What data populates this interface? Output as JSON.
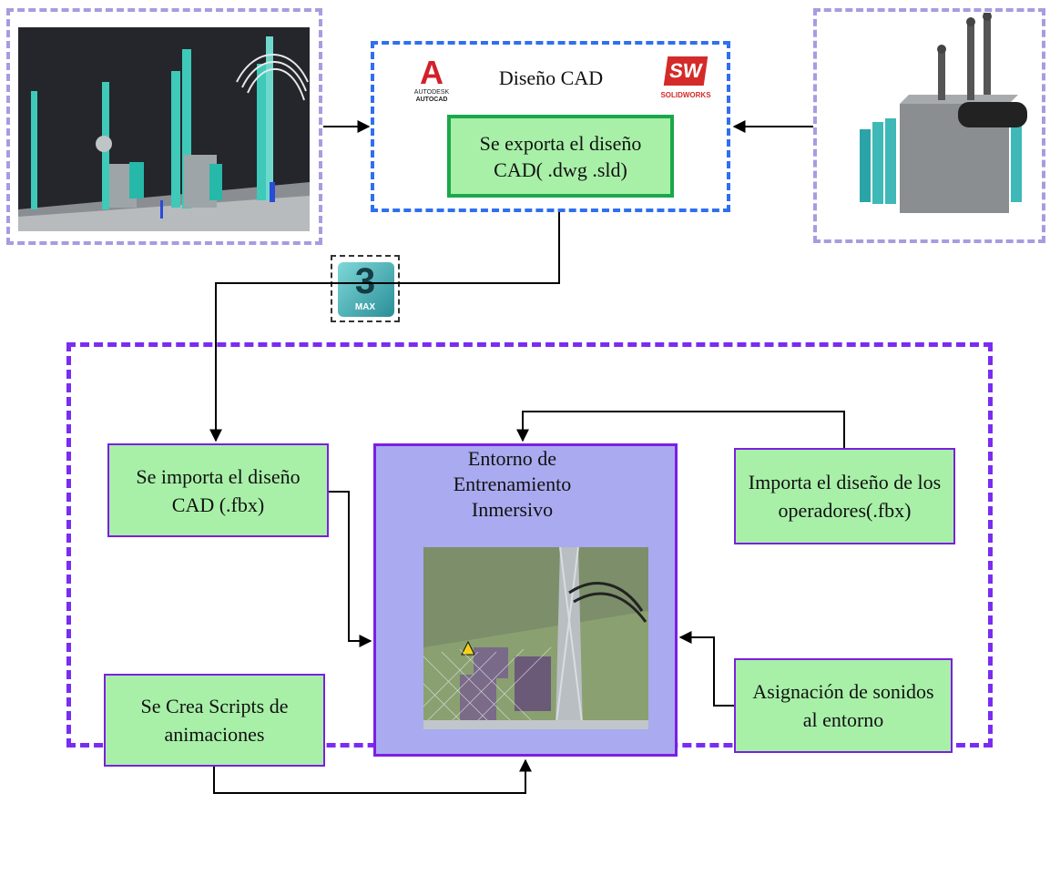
{
  "cad": {
    "title": "Diseño CAD",
    "autocad_logo": {
      "letter": "A",
      "line1": "AUTODESK",
      "line2": "AUTOCAD"
    },
    "solidworks_logo": {
      "text": "SW",
      "brand": "SOLIDWORKS"
    },
    "export_box": "Se exporta el diseño CAD( .dwg .sld)"
  },
  "max_logo": {
    "number": "3",
    "text": "MAX"
  },
  "unity": {
    "import_cad": "Se importa el diseño CAD (.fbx)",
    "scripts": "Se Crea Scripts de animaciones",
    "center_title": "Entorno de Entrenamiento Inmersivo",
    "operators": "Importa el diseño de los operadores(.fbx)",
    "sounds": "Asignación de sonidos al entorno"
  },
  "colors": {
    "green_fill": "#a8f0a8",
    "purple_border": "#7b1fe0",
    "center_fill": "#aaaaf0",
    "cad_border": "#2f6ff0",
    "export_border": "#1aa84a",
    "lavender": "#a99be0"
  },
  "images": {
    "left": "substation-cad-render",
    "right": "transformer-render",
    "center": "substation-vr-scene"
  }
}
